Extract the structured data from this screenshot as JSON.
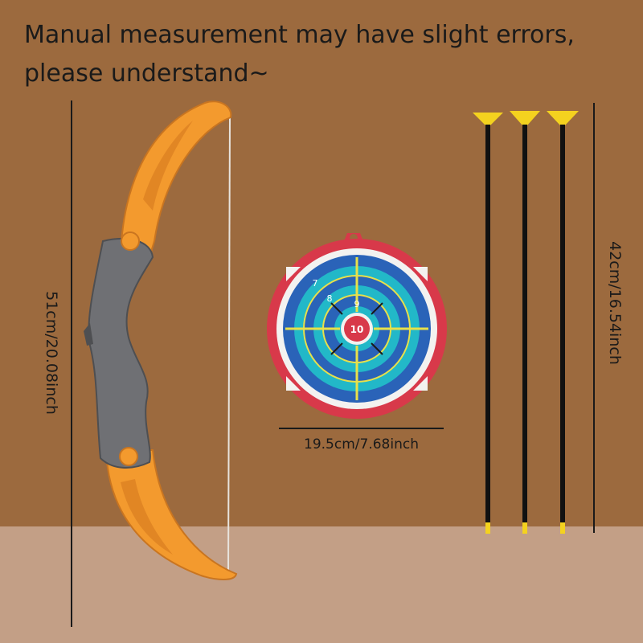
{
  "notice": {
    "line1": "Manual measurement may have slight errors,",
    "line2": "please understand~"
  },
  "dimensions": {
    "bow": "51cm/20.08inch",
    "target": "19.5cm/7.68inch",
    "arrow": "42cm/16.54inch"
  },
  "target": {
    "center_score": "10",
    "ring_numbers": [
      "9",
      "8",
      "7"
    ]
  },
  "colors": {
    "wall": "#9c6a3e",
    "floor": "#c39f86",
    "bow_orange": "#f39a2e",
    "bow_grip": "#6f7074",
    "target_red": "#d8394a",
    "target_blue": "#2a63b8",
    "target_teal": "#22b8c8",
    "target_yellow": "#e8e04a",
    "arrow_shaft": "#111111",
    "suction_cup": "#f4d21f"
  },
  "icons": [
    "bow-icon",
    "target-icon",
    "arrow-icon"
  ]
}
